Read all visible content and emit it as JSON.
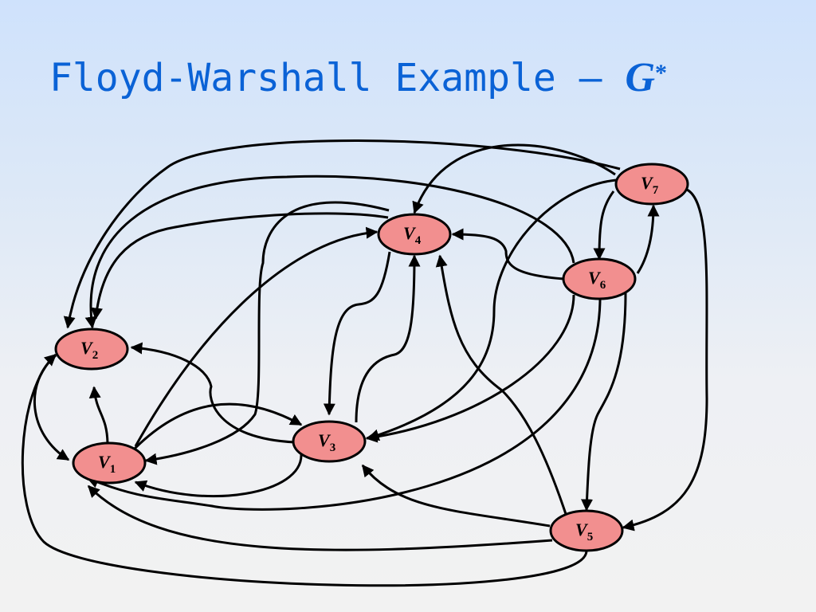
{
  "slide": {
    "title_text": "Floyd-Warshall Example – ",
    "title_var": "G",
    "title_sup": "*"
  },
  "graph": {
    "nodes": [
      {
        "id": "v1",
        "letter": "V",
        "sub": "1"
      },
      {
        "id": "v2",
        "letter": "V",
        "sub": "2"
      },
      {
        "id": "v3",
        "letter": "V",
        "sub": "3"
      },
      {
        "id": "v4",
        "letter": "V",
        "sub": "4"
      },
      {
        "id": "v5",
        "letter": "V",
        "sub": "5"
      },
      {
        "id": "v6",
        "letter": "V",
        "sub": "6"
      },
      {
        "id": "v7",
        "letter": "V",
        "sub": "7"
      }
    ],
    "edges": [
      {
        "from": "v1",
        "to": "v2"
      },
      {
        "from": "v1",
        "to": "v3"
      },
      {
        "from": "v1",
        "to": "v4"
      },
      {
        "from": "v2",
        "to": "v1"
      },
      {
        "from": "v3",
        "to": "v2"
      },
      {
        "from": "v3",
        "to": "v1"
      },
      {
        "from": "v3",
        "to": "v4"
      },
      {
        "from": "v4",
        "to": "v3"
      },
      {
        "from": "v4",
        "to": "v2"
      },
      {
        "from": "v4",
        "to": "v1"
      },
      {
        "from": "v5",
        "to": "v4"
      },
      {
        "from": "v5",
        "to": "v3"
      },
      {
        "from": "v5",
        "to": "v1"
      },
      {
        "from": "v5",
        "to": "v2"
      },
      {
        "from": "v6",
        "to": "v4"
      },
      {
        "from": "v6",
        "to": "v7"
      },
      {
        "from": "v6",
        "to": "v5"
      },
      {
        "from": "v6",
        "to": "v1"
      },
      {
        "from": "v6",
        "to": "v2"
      },
      {
        "from": "v6",
        "to": "v3"
      },
      {
        "from": "v7",
        "to": "v6"
      },
      {
        "from": "v7",
        "to": "v4"
      },
      {
        "from": "v7",
        "to": "v3"
      },
      {
        "from": "v7",
        "to": "v5"
      },
      {
        "from": "v7",
        "to": "v2"
      }
    ]
  }
}
